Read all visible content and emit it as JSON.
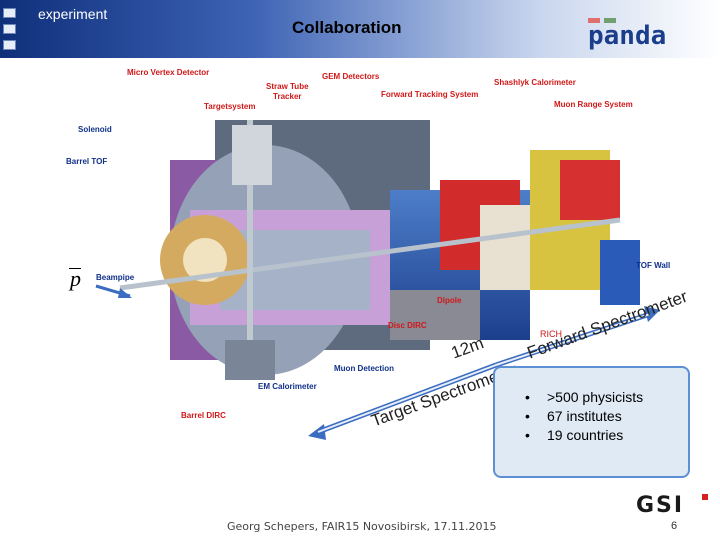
{
  "header": {
    "left_label": "experiment",
    "title": "Collaboration"
  },
  "logo": {
    "text": "panda",
    "icon": "panda-logo"
  },
  "diagram_labels": {
    "micro_vertex": "Micro Vertex Detector",
    "straw_tube": "Straw Tube\nTracker",
    "gem": "GEM Detectors",
    "targetsystem": "Targetsystem",
    "forward_tracking": "Forward Tracking System",
    "shashlyk": "Shashlyk Calorimeter",
    "muon_range": "Muon Range System",
    "solenoid": "Solenoid",
    "barrel_tof": "Barrel TOF",
    "beampipe": "Beampipe",
    "tof_wall": "TOF Wall",
    "dipole": "Dipole",
    "disc_dirc": "Disc DIRC",
    "rich": "RICH",
    "muon_detection": "Muon Detection",
    "em_calorimeter": "EM Calorimeter",
    "barrel_dirc": "Barrel DIRC",
    "antiproton": "p"
  },
  "overlay": {
    "length": "12m",
    "target_spectrometer": "Target Spectrometer",
    "forward_spectrometer": "Forward Spectrometer"
  },
  "facts": [
    ">500 physicists",
    "67 institutes",
    "19 countries"
  ],
  "footer": {
    "author": "Georg Schepers, FAIR15 Novosibirsk, 17.11.2015",
    "page": "6"
  },
  "gsi_logo": {
    "text": "GSI",
    "icon": "gsi-logo"
  }
}
